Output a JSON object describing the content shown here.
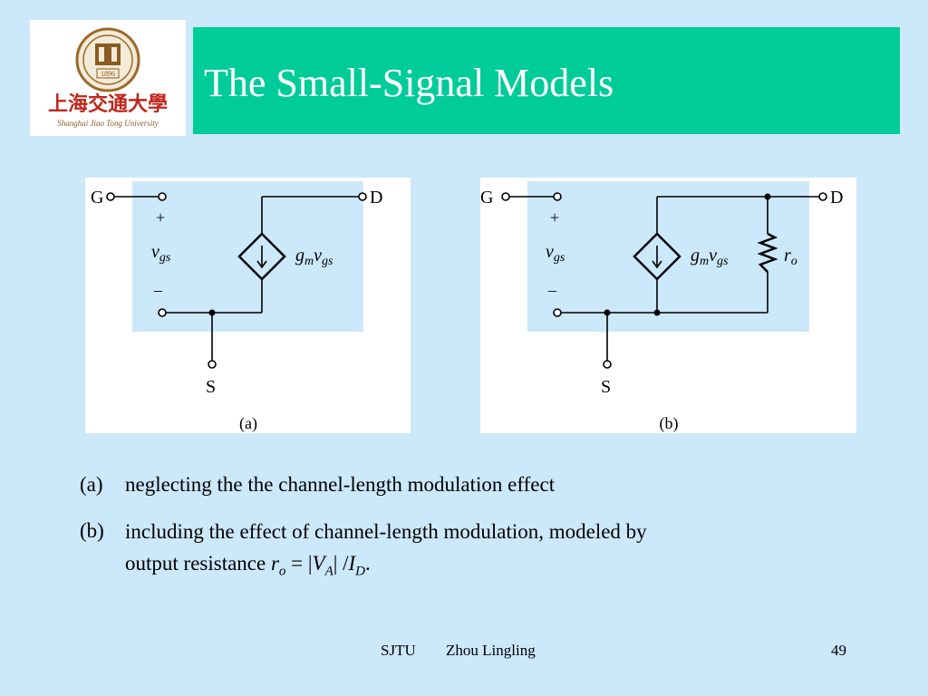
{
  "slide": {
    "title": "The Small-Signal Models",
    "logo": {
      "text_cn": "上海交通大學",
      "text_en": "Shanghai Jiao Tong University",
      "year": "1896"
    }
  },
  "figures": {
    "a": {
      "terminals": {
        "gate": "G",
        "drain": "D",
        "source": "S"
      },
      "plus": "+",
      "minus": "–",
      "vgs_main": "v",
      "vgs_sub": "gs",
      "source_g": "g",
      "source_m": "m",
      "source_v": "v",
      "source_sub": "gs",
      "caption": "(a)"
    },
    "b": {
      "terminals": {
        "gate": "G",
        "drain": "D",
        "source": "S"
      },
      "plus": "+",
      "minus": "–",
      "vgs_main": "v",
      "vgs_sub": "gs",
      "source_g": "g",
      "source_m": "m",
      "source_v": "v",
      "source_sub": "gs",
      "ro_main": "r",
      "ro_sub": "o",
      "caption": "(b)"
    }
  },
  "captions": {
    "a": {
      "label": "(a)",
      "text": "neglecting the the channel-length modulation effect"
    },
    "b": {
      "label": "(b)",
      "line1": "including the effect of channel-length modulation, modeled by",
      "line2_prefix": "output resistance ",
      "r": "r",
      "r_sub": "o",
      "eq": " = |",
      "va": "V",
      "va_sub": "A",
      "mid": "| /",
      "id": "I",
      "id_sub": "D",
      "end": "."
    }
  },
  "footer": {
    "org": "SJTU",
    "author": "Zhou Lingling",
    "page": "49"
  },
  "colors": {
    "background": "#cce8fb",
    "title_bar": "#00cc99",
    "circuit_fill": "#cce8fb",
    "title_text": "#ffffff"
  }
}
